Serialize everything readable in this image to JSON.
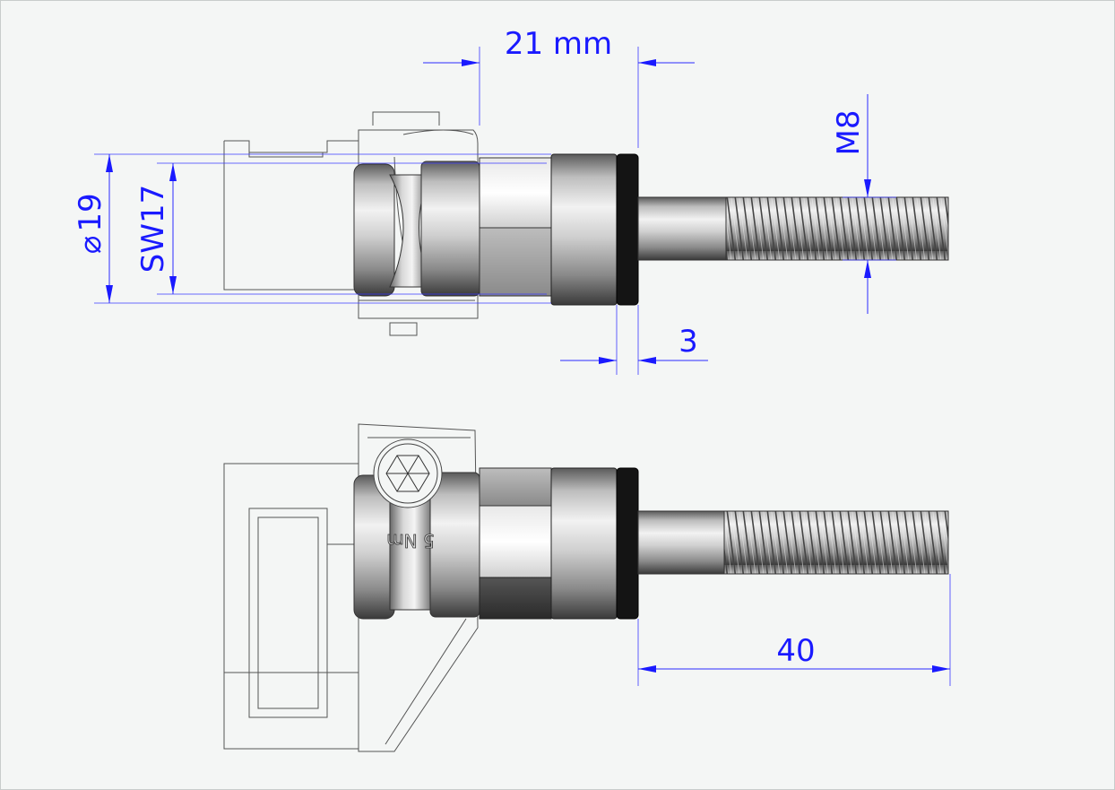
{
  "colors": {
    "dimension": "#1a1aff",
    "background": "#f4f6f5",
    "border": "#c8cccb"
  },
  "dimensions": {
    "width_21": "21 mm",
    "thread": "M8",
    "diameter": "19",
    "diameter_symbol": "⌀",
    "wrench_size": "SW17",
    "washer": "3",
    "length": "40"
  },
  "part": {
    "torque_marking": "5 Nm",
    "hex_socket_icon": "hex-socket-icon"
  }
}
